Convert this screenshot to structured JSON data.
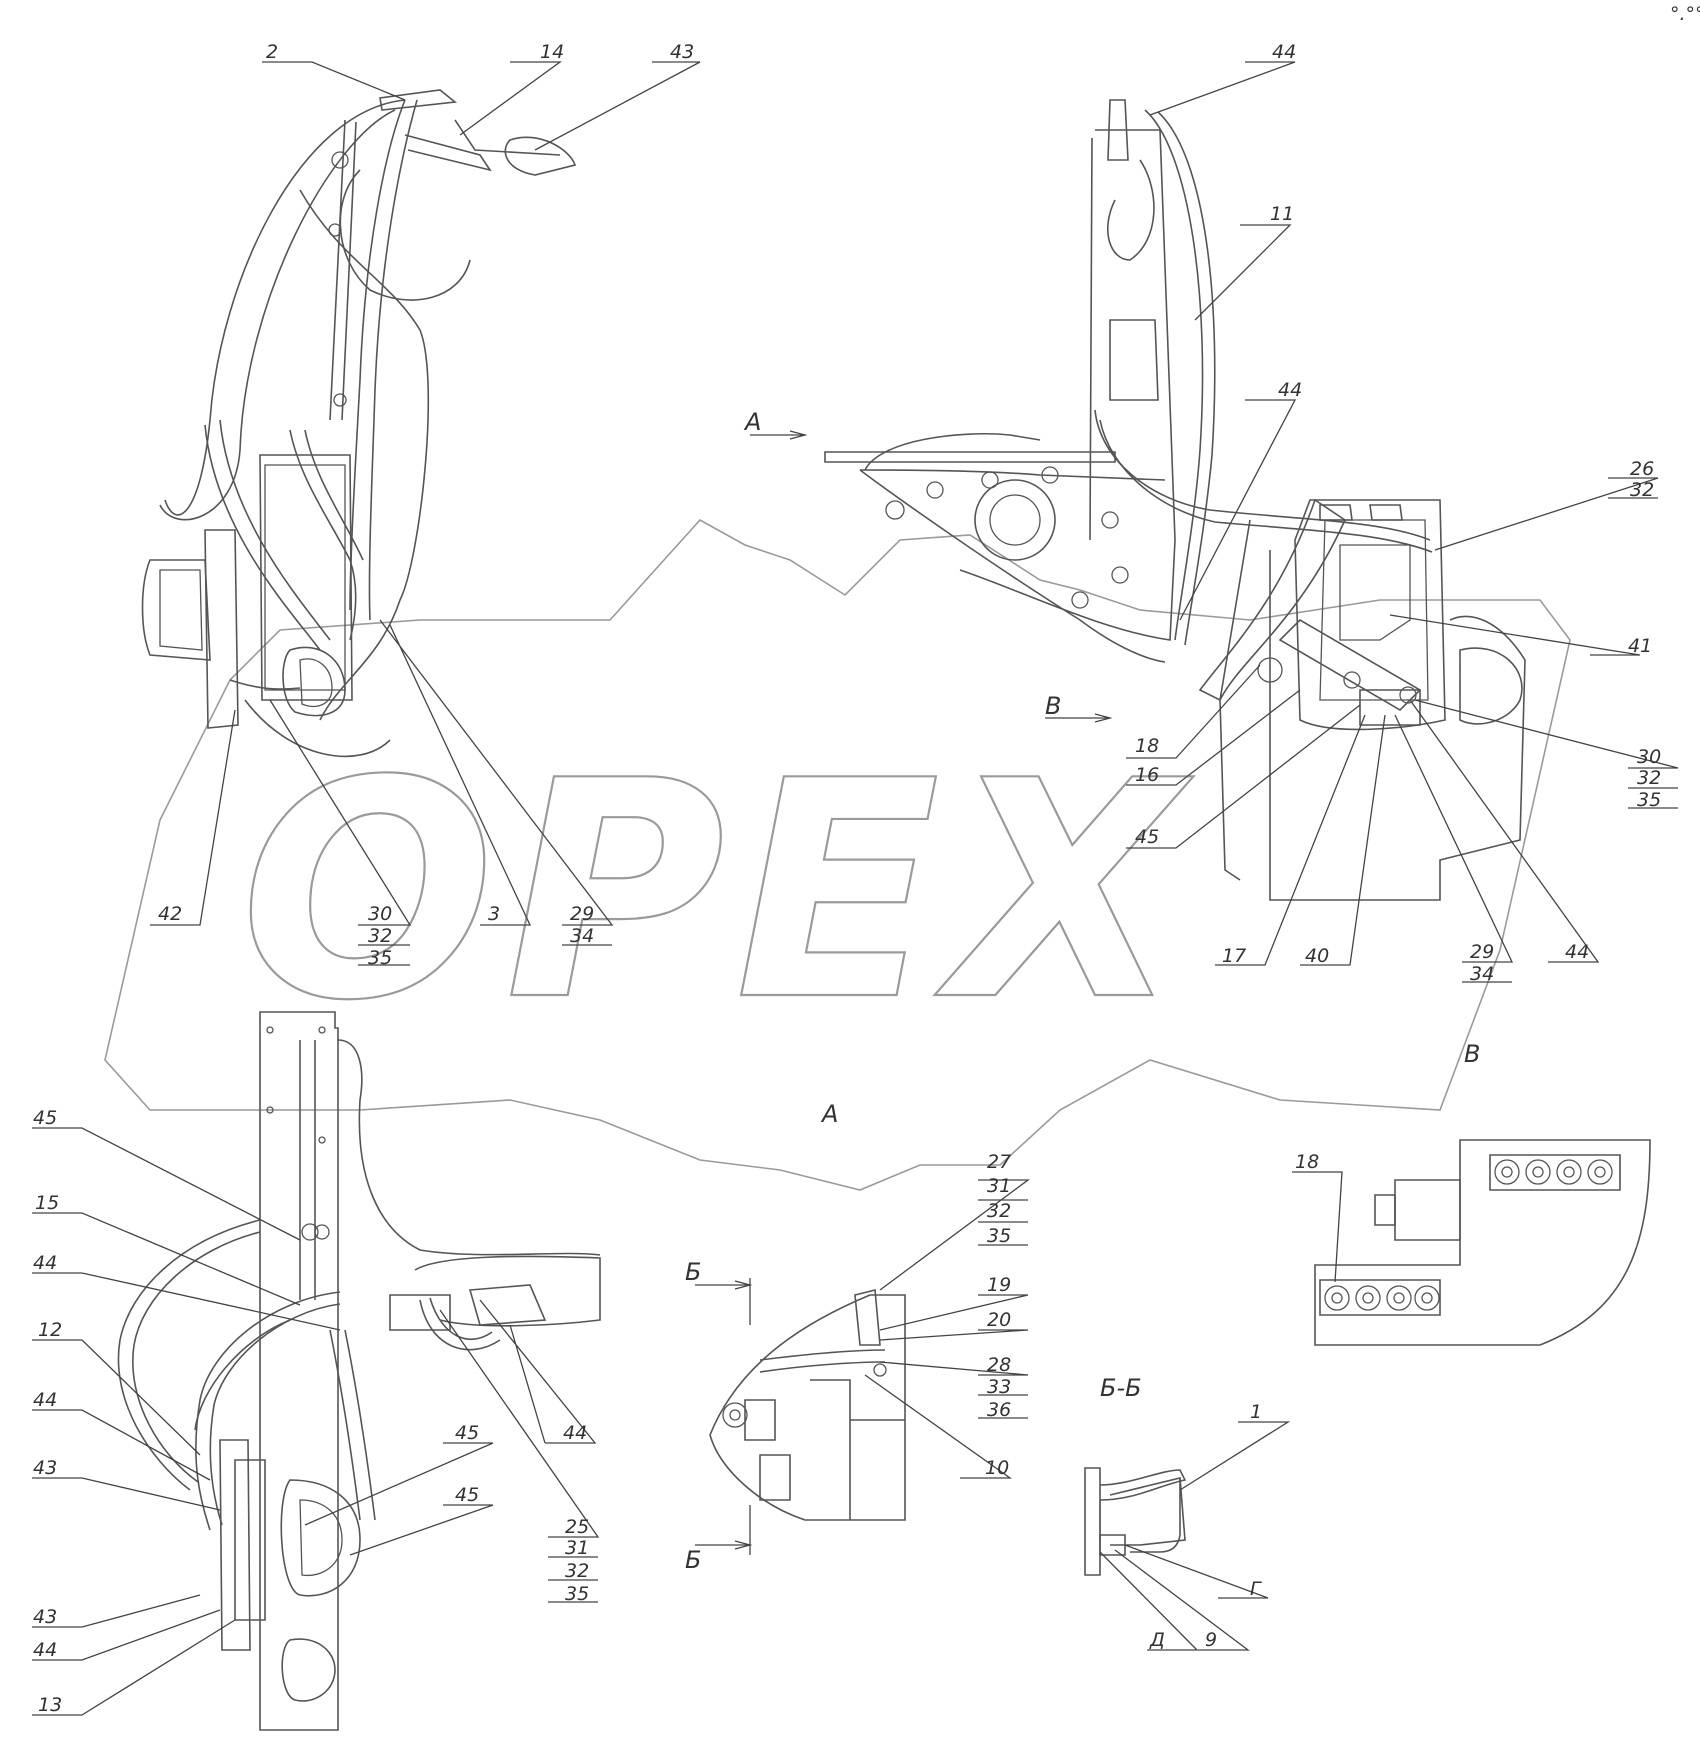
{
  "callouts": {
    "c_2": "2",
    "c_14": "14",
    "c_43a": "43",
    "c_44a": "44",
    "c_11": "11",
    "c_44b": "44",
    "c_26": "26",
    "c_32a": "32",
    "c_41": "41",
    "c_18a": "18",
    "c_16": "16",
    "c_45a": "45",
    "c_30a": "30",
    "c_32b": "32",
    "c_35a": "35",
    "c_42": "42",
    "c_30b": "30",
    "c_32c": "32",
    "c_35b": "35",
    "c_3": "3",
    "c_29a": "29",
    "c_34a": "34",
    "c_17": "17",
    "c_40": "40",
    "c_29b": "29",
    "c_34b": "34",
    "c_44c": "44",
    "c_45b": "45",
    "c_15": "15",
    "c_44d": "44",
    "c_12": "12",
    "c_44e": "44",
    "c_43b": "43",
    "c_43c": "43",
    "c_44f": "44",
    "c_13": "13",
    "c_45c": "45",
    "c_45d": "45",
    "c_44g": "44",
    "c_25": "25",
    "c_31a": "31",
    "c_32d": "32",
    "c_35c": "35",
    "c_27": "27",
    "c_31b": "31",
    "c_32e": "32",
    "c_35d": "35",
    "c_19": "19",
    "c_20": "20",
    "c_28": "28",
    "c_33": "33",
    "c_36": "36",
    "c_10": "10",
    "c_1": "1",
    "c_G": "Г",
    "c_D": "Д",
    "c_9": "9",
    "c_18b": "18"
  },
  "views": {
    "arrow_A": "А",
    "arrow_V": "В",
    "view_A": "А",
    "view_V": "В",
    "section_B_top": "Б",
    "section_B_bottom": "Б",
    "section_BB": "Б-Б"
  },
  "watermark": {
    "text": "OPEX",
    "color": "#9a9a9a"
  },
  "corner_mark": "°.°°"
}
